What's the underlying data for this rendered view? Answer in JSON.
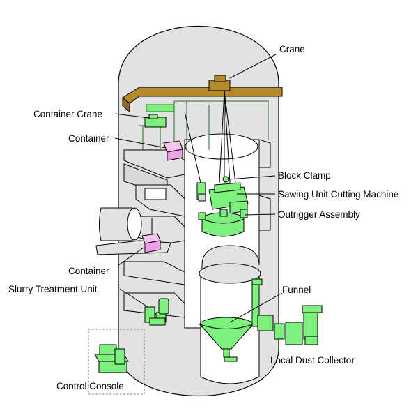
{
  "labels": {
    "crane": "Crane",
    "container_crane": "Container Crane",
    "container_top": "Container",
    "block_clamp": "Block Clamp",
    "sawing_unit": "Sawing Unit Cutting Machine",
    "outrigger": "Outrigger Assembly",
    "container_bottom": "Container",
    "slurry": "Slurry Treatment Unit",
    "funnel": "Funnel",
    "control_console": "Control Console",
    "dust_collector": "Local Dust Collector"
  },
  "colors": {
    "vessel_fill": "#e2e2e2",
    "vessel_stroke": "#000000",
    "crane": "#b5882a",
    "equipment_green": "#7ef07e",
    "container_pink": "#f0a0e6",
    "console_border": "#888888"
  }
}
